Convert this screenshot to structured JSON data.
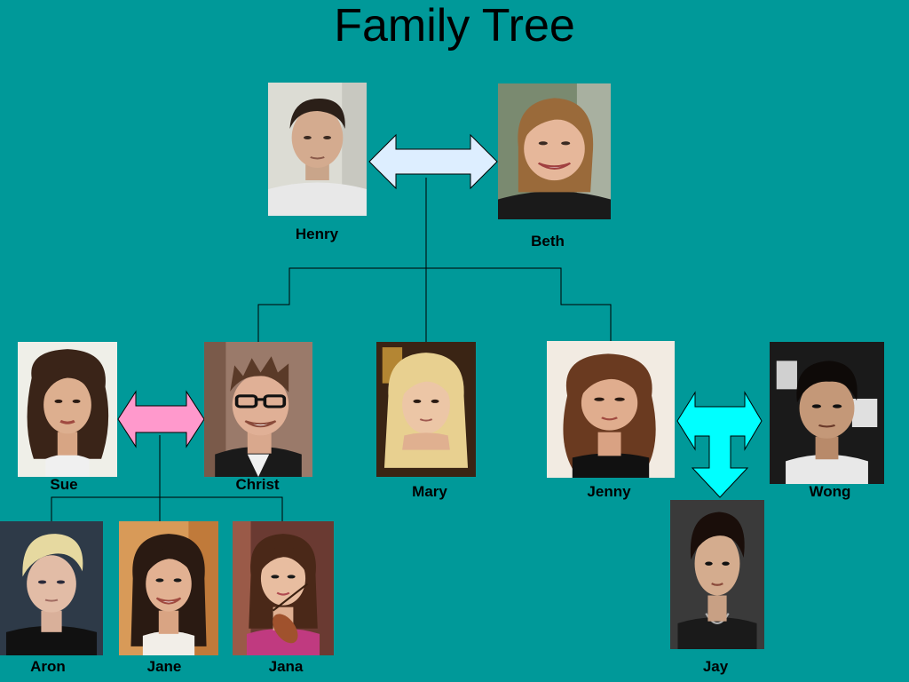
{
  "title": "Family Tree",
  "people": {
    "henry": "Henry",
    "beth": "Beth",
    "sue": "Sue",
    "christ": "Christ",
    "mary": "Mary",
    "jenny": "Jenny",
    "wong": "Wong",
    "aron": "Aron",
    "jane": "Jane",
    "jana": "Jana",
    "jay": "Jay"
  },
  "colors": {
    "background": "#009999",
    "marriage_arrow_henry_beth": "#ddeeff",
    "marriage_arrow_sue_christ": "#ff99cc",
    "marriage_arrow_jenny_wong": "#00ffff",
    "connector_line": "#000000"
  }
}
